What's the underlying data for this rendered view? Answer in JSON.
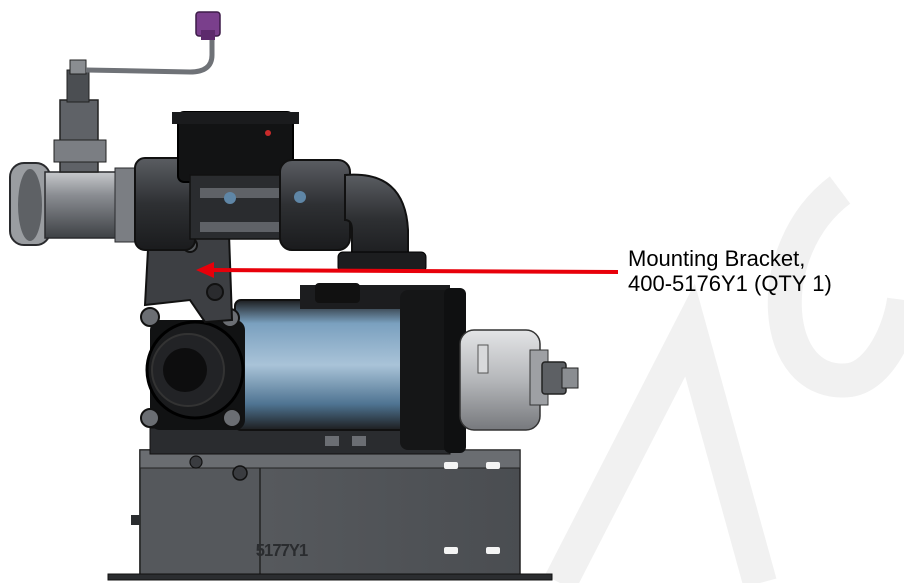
{
  "callout": {
    "line1": "Mounting Bracket,",
    "line2": "400-5176Y1 (QTY 1)",
    "arrow_color": "#e8000a"
  },
  "base": {
    "stamp": "5177Y1"
  },
  "colors": {
    "metal_dark": "#3b3d40",
    "metal_mid": "#6d7075",
    "motor_blue": "#5f86a6",
    "black": "#141414",
    "sensor_purple": "#7a3f8c",
    "watermark": "#f2f2f2"
  }
}
